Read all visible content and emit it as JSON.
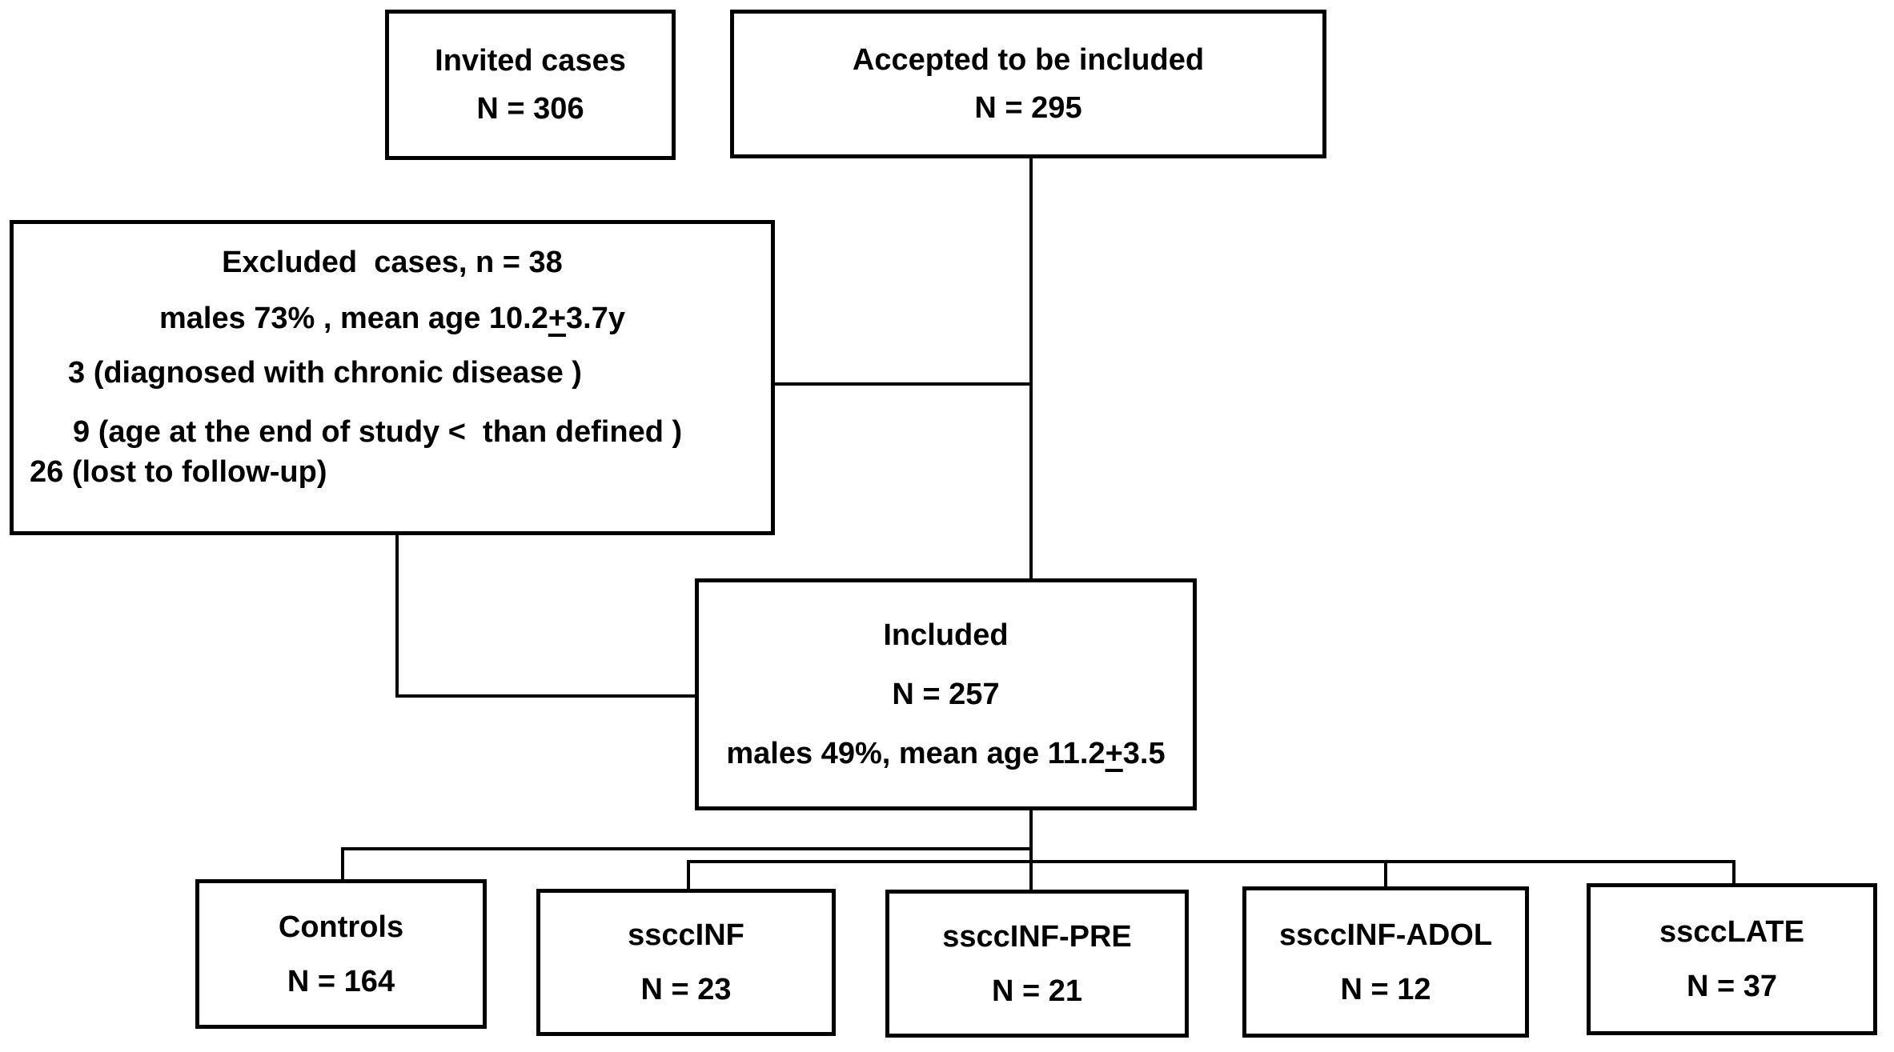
{
  "colors": {
    "background": "#ffffff",
    "line": "#000000",
    "text": "#000000"
  },
  "boxes": {
    "invited": {
      "title": "Invited cases",
      "count": "N = 306"
    },
    "accepted": {
      "title": "Accepted to be included",
      "count": "N = 295"
    },
    "excluded": {
      "title": "Excluded  cases, n = 38",
      "demographics_prefix": "males 73% , mean age 10.2",
      "plus": "+",
      "demographics_suffix": "3.7y",
      "reason1": "3 (diagnosed with chronic disease )",
      "reason2": "9 (age at the end of study <  than defined )",
      "reason3": "26 (lost to follow-up)"
    },
    "included": {
      "title": "Included",
      "count": "N = 257",
      "demographics_prefix": "males 49%, mean age 11.2",
      "plus": "+",
      "demographics_suffix": "3.5"
    },
    "controls": {
      "label": "Controls",
      "count": "N = 164"
    },
    "ssccinf": {
      "label": "ssccINF",
      "count": "N = 23"
    },
    "ssccinf_pre": {
      "label": "ssccINF-PRE",
      "count": "N = 21"
    },
    "ssccinf_adol": {
      "label": "ssccINF-ADOL",
      "count": "N = 12"
    },
    "sscclate": {
      "label": "ssccLATE",
      "count": "N = 37"
    }
  }
}
